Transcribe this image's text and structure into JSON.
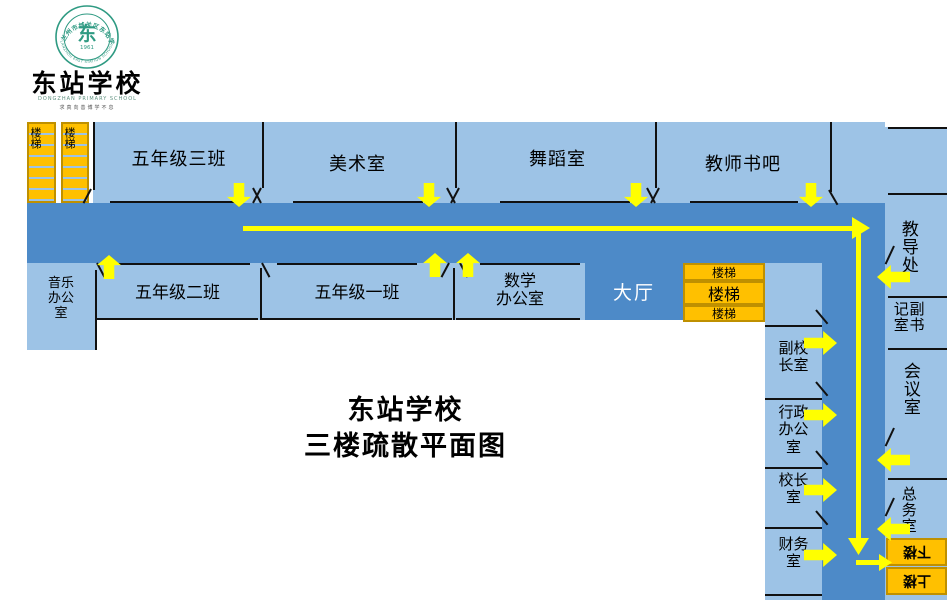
{
  "logo": {
    "arc_top": "兰州市城关区东站学校",
    "arc_bottom": "LANZHOU EAST STATION SCHOOL",
    "year": "1961",
    "mark": "东",
    "name_cn": "东站学校",
    "name_en": "DONGZHAN PRIMARY SCHOOL",
    "motto": "求真向善博学不息"
  },
  "title": {
    "line1": "东站学校",
    "line2": "三楼疏散平面图"
  },
  "colors": {
    "room_light_blue": "#9DC3E6",
    "corridor_blue": "#4D8AC8",
    "stair_orange": "#FFC000",
    "stair_border": "#BF9000",
    "arrow_yellow": "#FFFF00"
  },
  "rooms": {
    "stair_top_left_1": "楼梯",
    "stair_top_left_2": "楼梯",
    "grade5_class3": "五年级三班",
    "art_room": "美术室",
    "dance_room": "舞蹈室",
    "teacher_book_bar": "教师书吧",
    "music_office": "音乐\n办公\n室",
    "grade5_class2": "五年级二班",
    "grade5_class1": "五年级一班",
    "math_office": "数学\n办公室",
    "lobby": "大厅",
    "stair_mid_1": "楼梯",
    "stair_mid_2": "楼梯",
    "stair_mid_3": "楼梯",
    "vice_principal_office": "副校\n长室",
    "admin_office": "行政\n办公\n室",
    "principal_office": "校长\n室",
    "finance_office": "财务\n室",
    "guidance_office": "教导处",
    "deputy_secretary_office": "副书记室",
    "meeting_room": "会议室",
    "general_affairs_office": "总务室",
    "stair_down": "下楼",
    "stair_up": "上楼"
  }
}
